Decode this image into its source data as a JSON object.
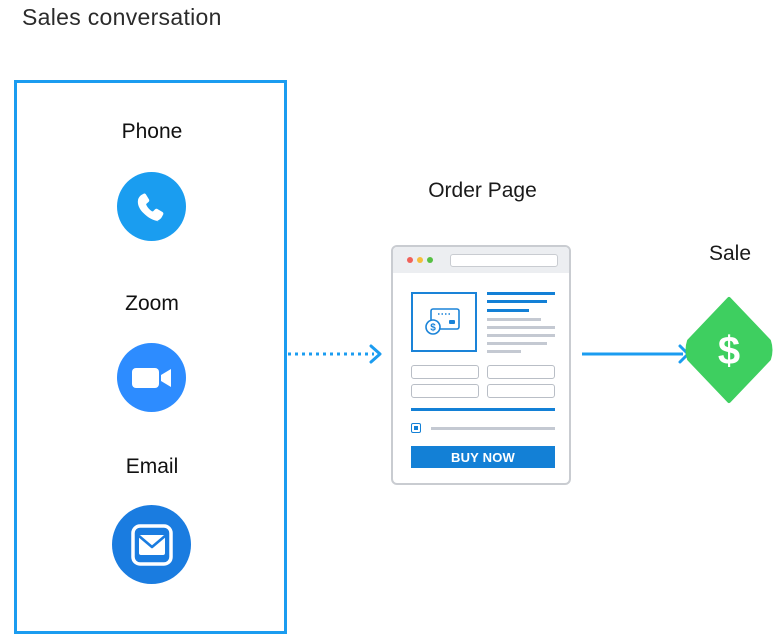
{
  "title": "Sales conversation",
  "channels": [
    {
      "label": "Phone",
      "icon": "phone-icon",
      "color": "#1a9df0"
    },
    {
      "label": "Zoom",
      "icon": "video-camera-icon",
      "color": "#2d8cff"
    },
    {
      "label": "Email",
      "icon": "envelope-icon",
      "color": "#1a7ce0"
    }
  ],
  "order_page": {
    "label": "Order Page",
    "button_label": "BUY NOW"
  },
  "sale": {
    "label": "Sale",
    "icon": "dollar-diamond-icon",
    "color": "#3ecf60"
  },
  "colors": {
    "accent": "#1b9cf0",
    "button": "#1380d6"
  }
}
